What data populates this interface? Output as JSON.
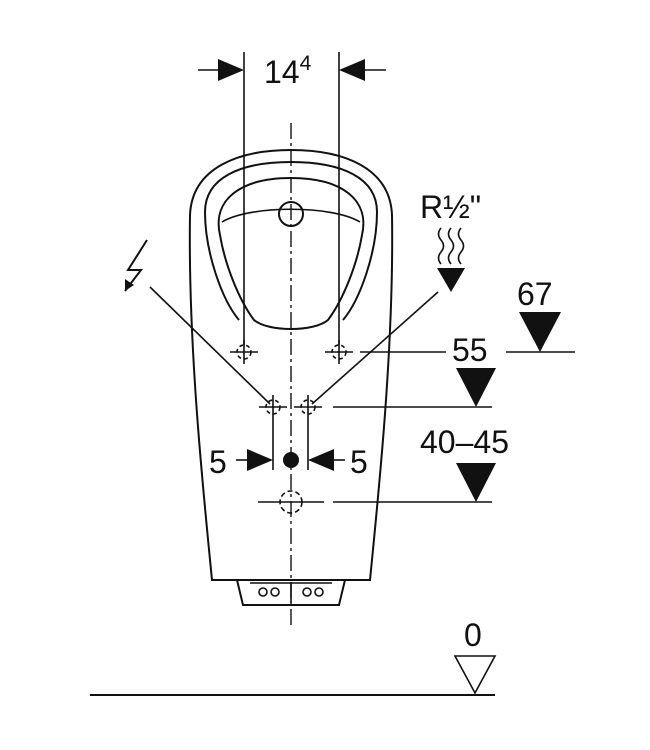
{
  "labels": {
    "width_main": "14",
    "width_sup": "4",
    "thread": "R½\"",
    "level_67": "67",
    "level_55": "55",
    "level_40_45": "40–45",
    "offset_left": "5",
    "offset_right": "5",
    "floor": "0"
  },
  "icons": {
    "power": "lightning-bolt-icon",
    "water": "water-supply-icon"
  },
  "colors": {
    "ink": "#111111",
    "paper": "#ffffff"
  }
}
